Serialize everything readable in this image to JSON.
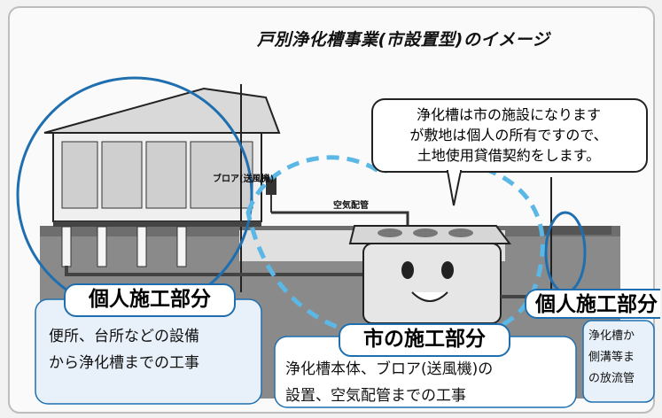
{
  "title": "戸別浄化槽事業(市設置型)のイメージ",
  "callout": {
    "lines": [
      "浄化槽は市の施設になります",
      "が敷地は個人の所有ですので、",
      "土地使用貸借契約をします。"
    ]
  },
  "labels": {
    "blower": "ブロア(送風機)",
    "air_pipe": "空気配管"
  },
  "left_section": {
    "title": "個人施工部分",
    "desc": [
      "便所、台所などの設備",
      "から浄化槽までの工事"
    ]
  },
  "center_section": {
    "title": "市の施工部分",
    "desc": [
      "浄化槽本体、ブロア(送風機)の",
      "設置、空気配管までの工事"
    ]
  },
  "right_section": {
    "title": "個人施工部分",
    "desc": [
      "浄化槽か",
      "側溝等ま",
      "の放流管"
    ]
  },
  "colors": {
    "accent": "#1f6fb0",
    "dashed": "#5bb8e6",
    "panel": "#e8f1fa"
  }
}
